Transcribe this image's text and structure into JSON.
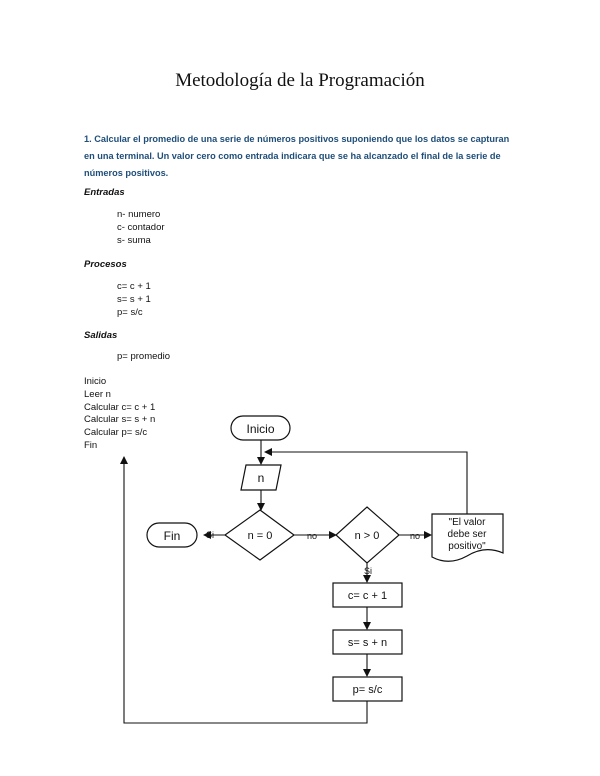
{
  "title": "Metodología de la Programación",
  "problem": {
    "line1": "1. Calcular el promedio de una serie de números positivos suponiendo que los datos se capturan",
    "line2": "en una terminal. Un valor cero como entrada indicara que se ha alcanzado el final de la serie de",
    "line3": "números positivos."
  },
  "inputs": {
    "heading": "Entradas",
    "items": [
      "n- numero",
      "c- contador",
      "s- suma"
    ]
  },
  "processes": {
    "heading": "Procesos",
    "items": [
      "c= c + 1",
      "s= s + 1",
      "p= s/c"
    ]
  },
  "outputs": {
    "heading": "Salidas",
    "items": [
      "p= promedio"
    ]
  },
  "algorithm": [
    "Inicio",
    "Leer n",
    "Calcular c= c + 1",
    "Calcular s= s + n",
    "Calcular p= s/c",
    "Fin"
  ],
  "flowchart": {
    "start": "Inicio",
    "input": "n",
    "decision_zero": "n = 0",
    "end": "Fin",
    "yes_label_left": "Si",
    "no_label_1": "no",
    "decision_pos": "n > 0",
    "no_label_2": "no",
    "yes_label_down": "Si",
    "message_line1": "\"El valor",
    "message_line2": "debe ser",
    "message_line3": "positivo\"",
    "step_c": "c= c + 1",
    "step_s": "s= s + n",
    "step_p": "p= s/c"
  }
}
